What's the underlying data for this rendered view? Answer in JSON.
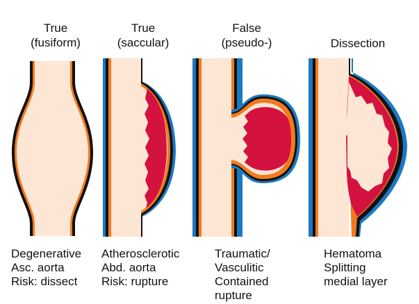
{
  "palette": {
    "lumen": "#fde6d4",
    "wall_orange": "#f3791f",
    "wall_black": "#111111",
    "adventitia_blue": "#1c78c0",
    "hematoma_red": "#d3123f"
  },
  "panels": [
    {
      "id": "fusiform",
      "title": "True\n(fusiform)",
      "caption": "Degenerative\nAsc. aorta\nRisk: dissect"
    },
    {
      "id": "saccular",
      "title": "True\n(saccular)",
      "caption": "Atherosclerotic\nAbd. aorta\nRisk: rupture"
    },
    {
      "id": "pseudo",
      "title": "False\n(pseudo-)",
      "caption": "Traumatic/\nVasculitic\nContained\nrupture"
    },
    {
      "id": "dissection",
      "title": "Dissection",
      "caption": "Hematoma\nSplitting\nmedial layer"
    }
  ]
}
